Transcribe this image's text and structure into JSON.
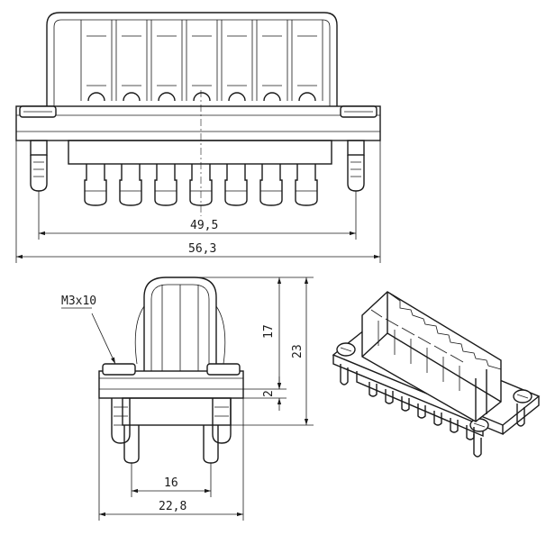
{
  "drawing": {
    "dimensions": {
      "front_inner_width": "49,5",
      "front_overall_width": "56,3",
      "side_pin_spacing": "16",
      "side_overall_width": "22,8",
      "side_height_upper": "17",
      "side_height_total": "23",
      "side_flange": "2"
    },
    "labels": {
      "screw": "M3x10"
    },
    "colors": {
      "line": "#1a1a1a",
      "background": "#ffffff"
    }
  }
}
